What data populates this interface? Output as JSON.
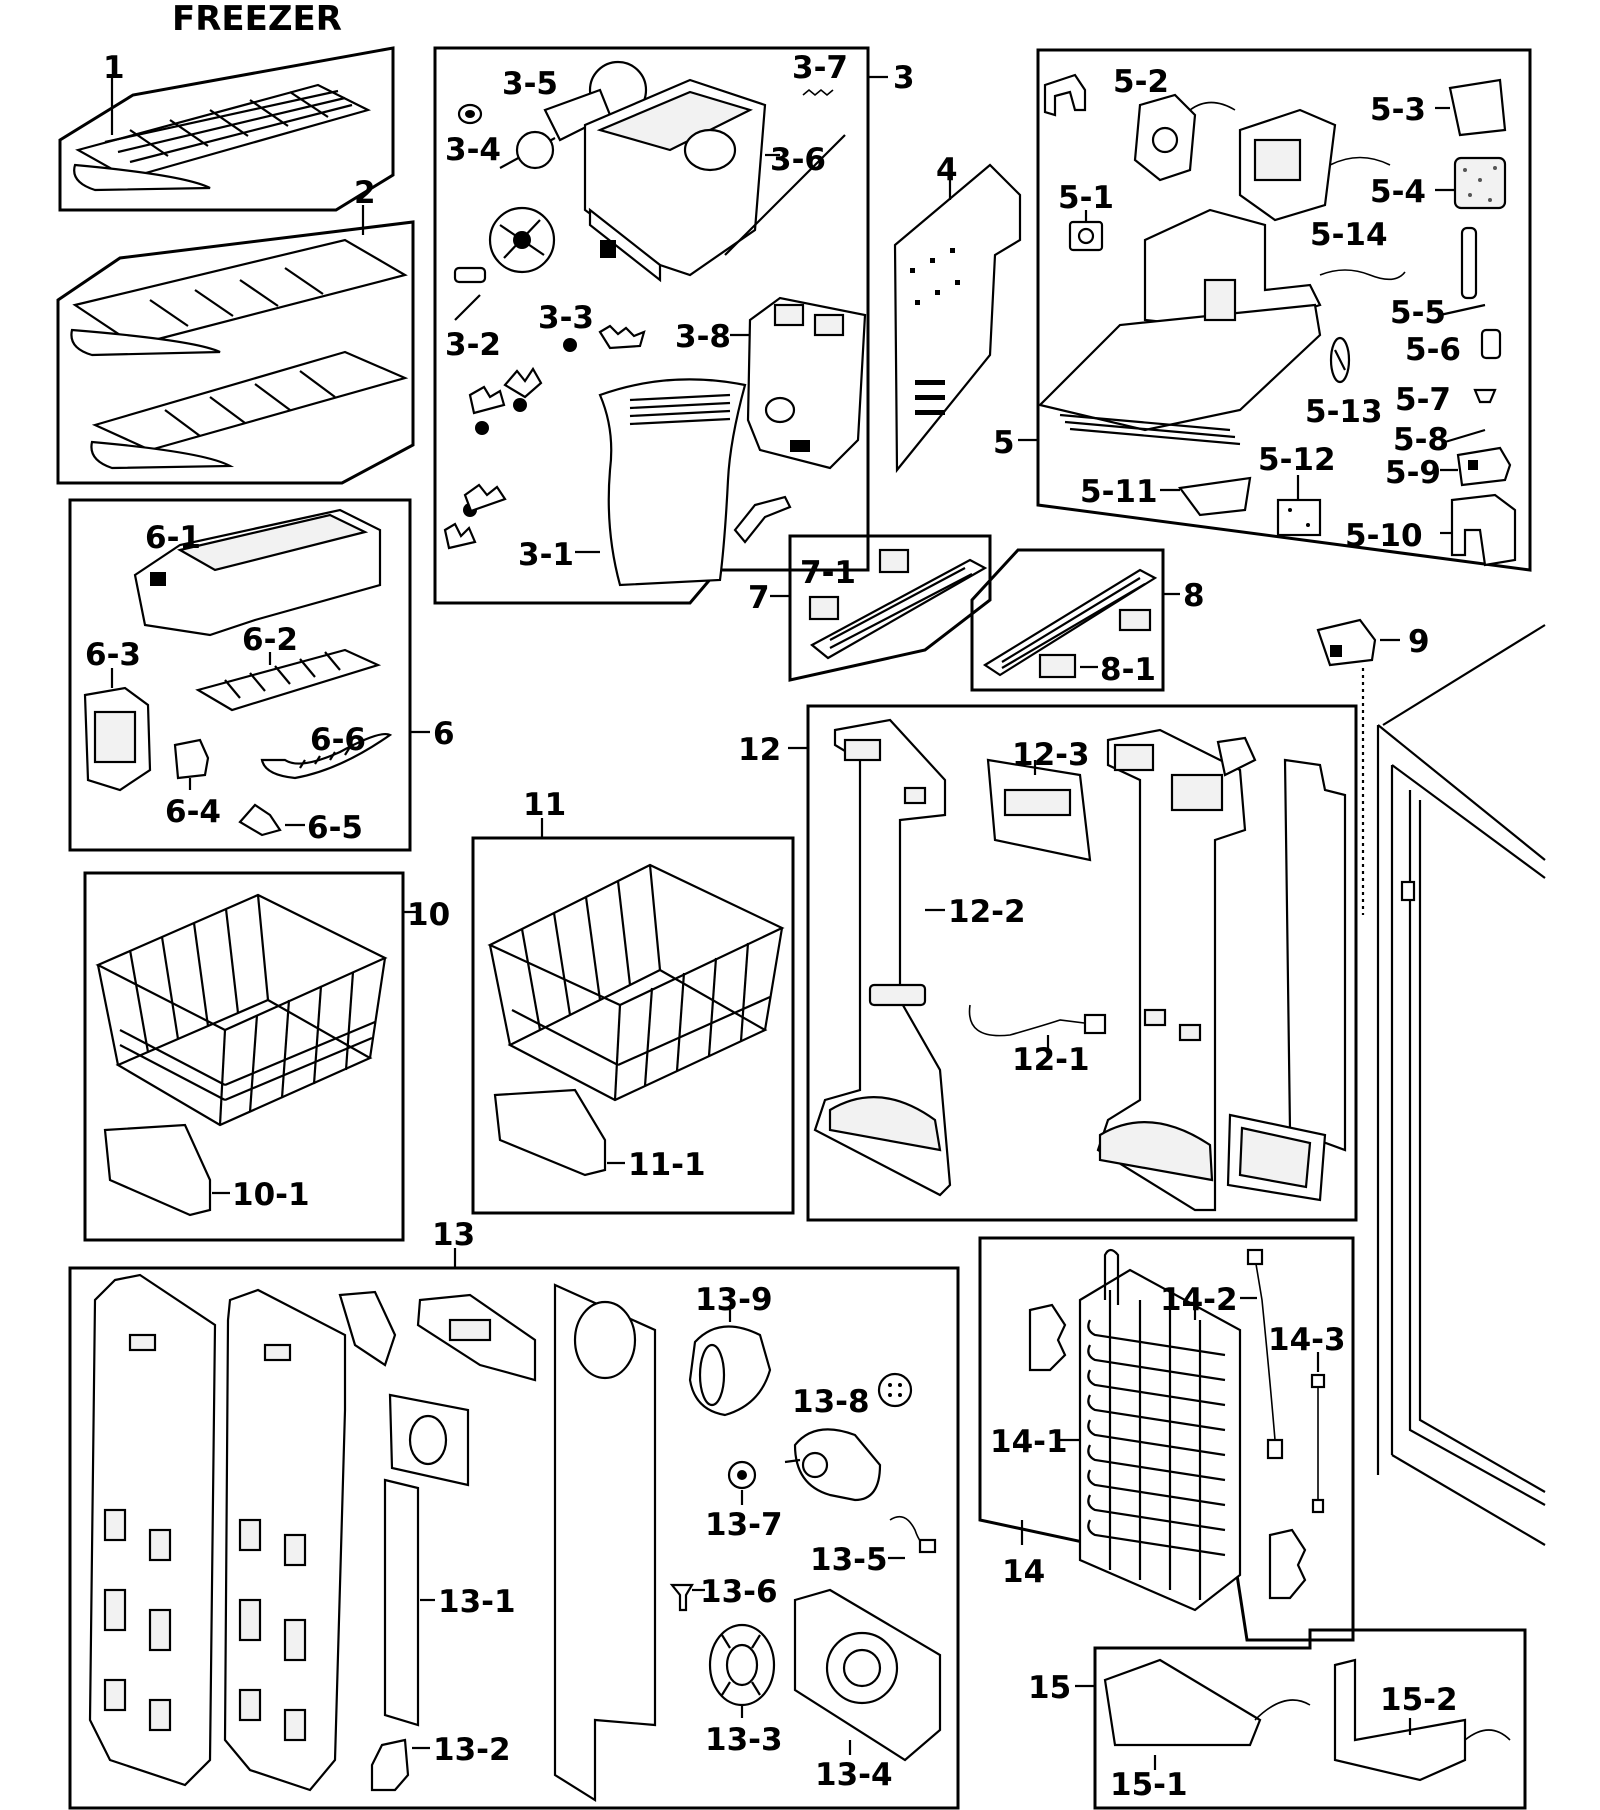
{
  "title": "FREEZER",
  "labels": {
    "p1": "1",
    "p2": "2",
    "p3": "3",
    "p3_1": "3-1",
    "p3_2": "3-2",
    "p3_3": "3-3",
    "p3_4": "3-4",
    "p3_5": "3-5",
    "p3_6": "3-6",
    "p3_7": "3-7",
    "p3_8": "3-8",
    "p4": "4",
    "p5": "5",
    "p5_1": "5-1",
    "p5_2": "5-2",
    "p5_3": "5-3",
    "p5_4": "5-4",
    "p5_5": "5-5",
    "p5_6": "5-6",
    "p5_7": "5-7",
    "p5_8": "5-8",
    "p5_9": "5-9",
    "p5_10": "5-10",
    "p5_11": "5-11",
    "p5_12": "5-12",
    "p5_13": "5-13",
    "p5_14": "5-14",
    "p6": "6",
    "p6_1": "6-1",
    "p6_2": "6-2",
    "p6_3": "6-3",
    "p6_4": "6-4",
    "p6_5": "6-5",
    "p6_6": "6-6",
    "p7": "7",
    "p7_1": "7-1",
    "p8": "8",
    "p8_1": "8-1",
    "p9": "9",
    "p10": "10",
    "p10_1": "10-1",
    "p11": "11",
    "p11_1": "11-1",
    "p12": "12",
    "p12_1": "12-1",
    "p12_2": "12-2",
    "p12_3": "12-3",
    "p13": "13",
    "p13_1": "13-1",
    "p13_2": "13-2",
    "p13_3": "13-3",
    "p13_4": "13-4",
    "p13_5": "13-5",
    "p13_6": "13-6",
    "p13_7": "13-7",
    "p13_8": "13-8",
    "p13_9": "13-9",
    "p14": "14",
    "p14_1": "14-1",
    "p14_2": "14-2",
    "p14_3": "14-3",
    "p15": "15",
    "p15_1": "15-1",
    "p15_2": "15-2"
  }
}
